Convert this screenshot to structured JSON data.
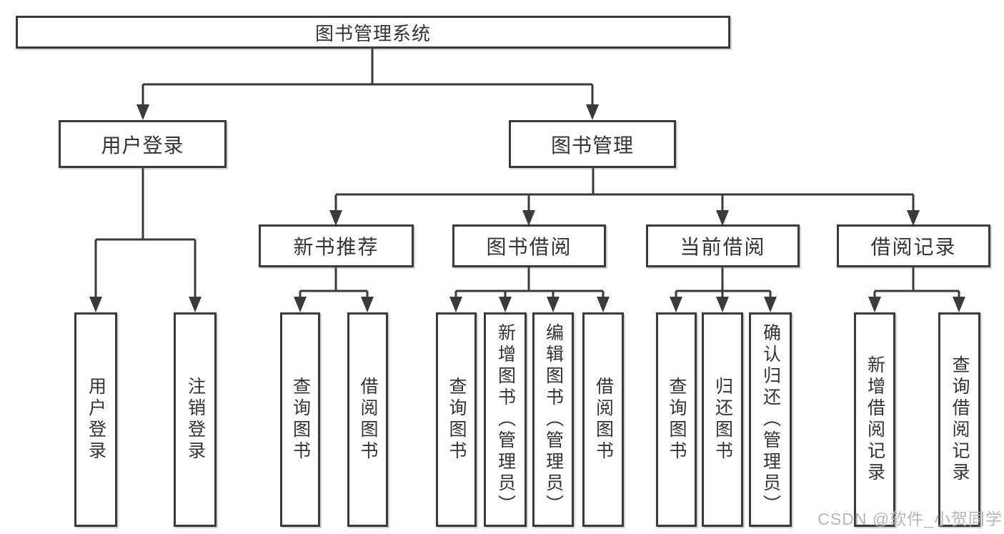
{
  "nodes": {
    "root": "图书管理系统",
    "level2": {
      "user_login": "用户登录",
      "book_mgmt": "图书管理"
    },
    "level3": {
      "new_books": "新书推荐",
      "book_borrow": "图书借阅",
      "current_borrow": "当前借阅",
      "borrow_records": "借阅记录"
    },
    "leaves": {
      "user_login": [
        "用户登录",
        "注销登录"
      ],
      "new_books": [
        "查询图书",
        "借阅图书"
      ],
      "book_borrow": [
        "查询图书",
        "新增图书（管理员）",
        "编辑图书（管理员）",
        "借阅图书"
      ],
      "current_borrow": [
        "查询图书",
        "归还图书",
        "确认归还（管理员）"
      ],
      "borrow_records": [
        "新增借阅记录",
        "查询借阅记录"
      ]
    }
  },
  "watermark": "CSDN @软件_小贺同学",
  "colors": {
    "line": "#3a3a3a",
    "border": "#3a3a3a",
    "text": "#333333",
    "background": "#ffffff",
    "watermark": "#b0b0b0"
  }
}
